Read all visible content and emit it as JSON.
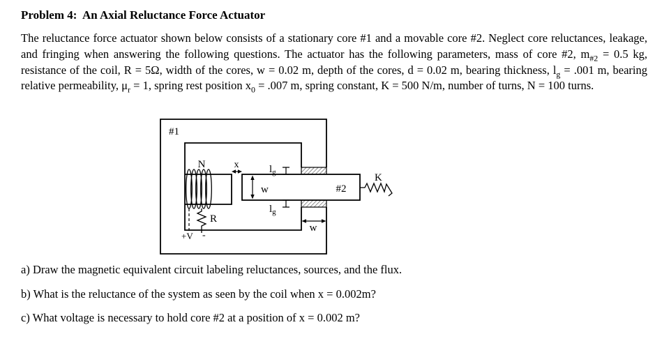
{
  "title": "Problem 4:  An Axial Reluctance Force Actuator",
  "paragraph": {
    "seg1": "The reluctance force actuator shown below consists of a stationary core #1 and a movable core #2.  Neglect core reluctances, leakage, and fringing when answering the following questions.  The actuator has the following parameters, mass of core #2, m",
    "seg2": "#2",
    "seg3": " = 0.5 kg, resistance of the coil, R = 5Ω, width of the cores, w = 0.02 m, depth of the cores, d = 0.02 m, bearing thickness, l",
    "seg4": "g",
    "seg5": " = .001 m, bearing relative permeability, μ",
    "seg6": "r",
    "seg7": " = 1, spring rest position x",
    "seg8": "0",
    "seg9": " = .007 m, spring constant, K = 500 N/m, number of turns, N = 100 turns.",
    "m_var": "m"
  },
  "diagram": {
    "core1_label": "#1",
    "core2_label": "#2",
    "turns_label": "N",
    "gap_label": "x",
    "l_label": "l",
    "g_sub": "g",
    "width_label": "w",
    "bearing_width_label": "w",
    "spring_label": "K",
    "resistor_label": "R",
    "v_plus": "+V",
    "v_minus": "-"
  },
  "questions": {
    "a": "a) Draw the magnetic equivalent circuit labeling reluctances, sources, and the flux.",
    "b": "b) What is the reluctance of the system as seen by the coil when x = 0.002m?",
    "c": "c) What voltage is necessary to hold core #2 at a position of x = 0.002 m?"
  }
}
